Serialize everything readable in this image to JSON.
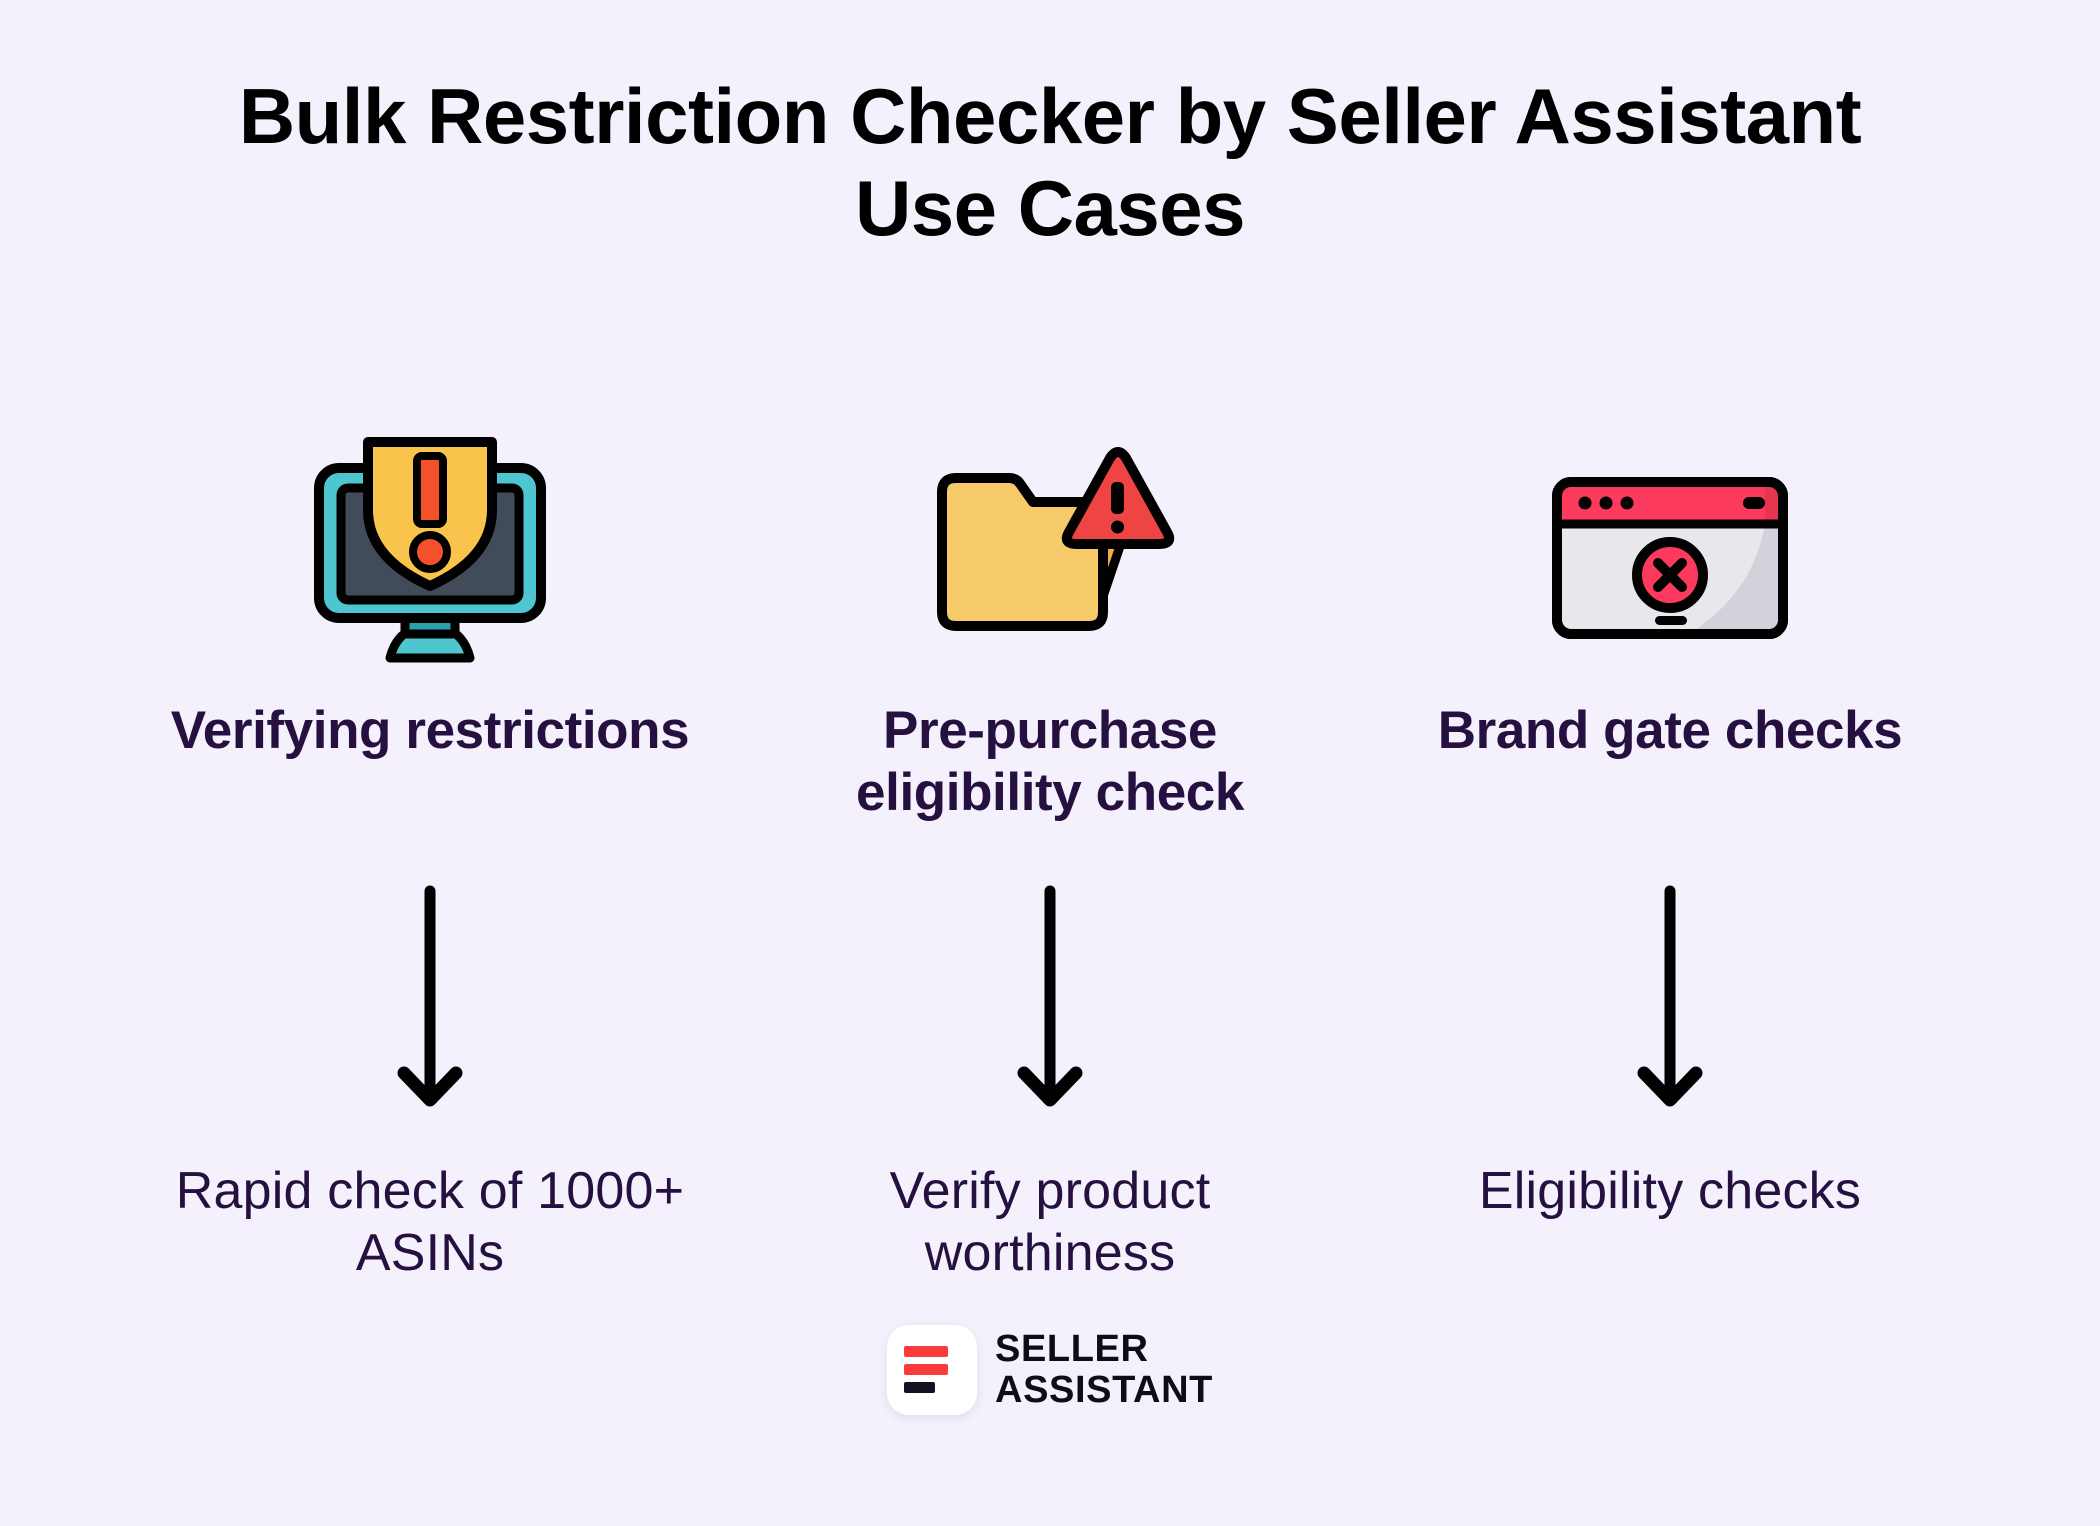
{
  "background_color": "#f4f1fd",
  "title": {
    "line1": "Bulk Restriction Checker by Seller Assistant",
    "line2": "Use Cases"
  },
  "heading_color": "#25103f",
  "caption_color": "#25103f",
  "columns": [
    {
      "icon": "monitor-warning-shield-icon",
      "heading": "Verifying restrictions",
      "caption": "Rapid check of 1000+ ASINs",
      "arrow": "down-arrow-icon"
    },
    {
      "icon": "folder-warning-icon",
      "heading": "Pre-purchase eligibility check",
      "caption": "Verify product worthiness",
      "arrow": "down-arrow-icon"
    },
    {
      "icon": "browser-error-window-icon",
      "heading": "Brand gate checks",
      "caption": "Eligibility checks",
      "arrow": "down-arrow-icon"
    }
  ],
  "logo": {
    "mark": "seller-assistant-logo-mark",
    "line1": "SELLER",
    "line2": "ASSISTANT",
    "accent_color": "#fb3b3b",
    "dark_color": "#121021"
  },
  "palette": {
    "teal": "#4dc6cf",
    "teal_dark": "#2ba0a8",
    "screen_slate": "#424b5a",
    "amber": "#f9c44b",
    "amber_light": "#f7cb6a",
    "amber_dark": "#efad43",
    "orange": "#f4502a",
    "red": "#ef4444",
    "pink": "#fb3a5d",
    "gray_light": "#e8e8ec",
    "gray_shadow": "#d2d2da",
    "outline": "#000000"
  }
}
